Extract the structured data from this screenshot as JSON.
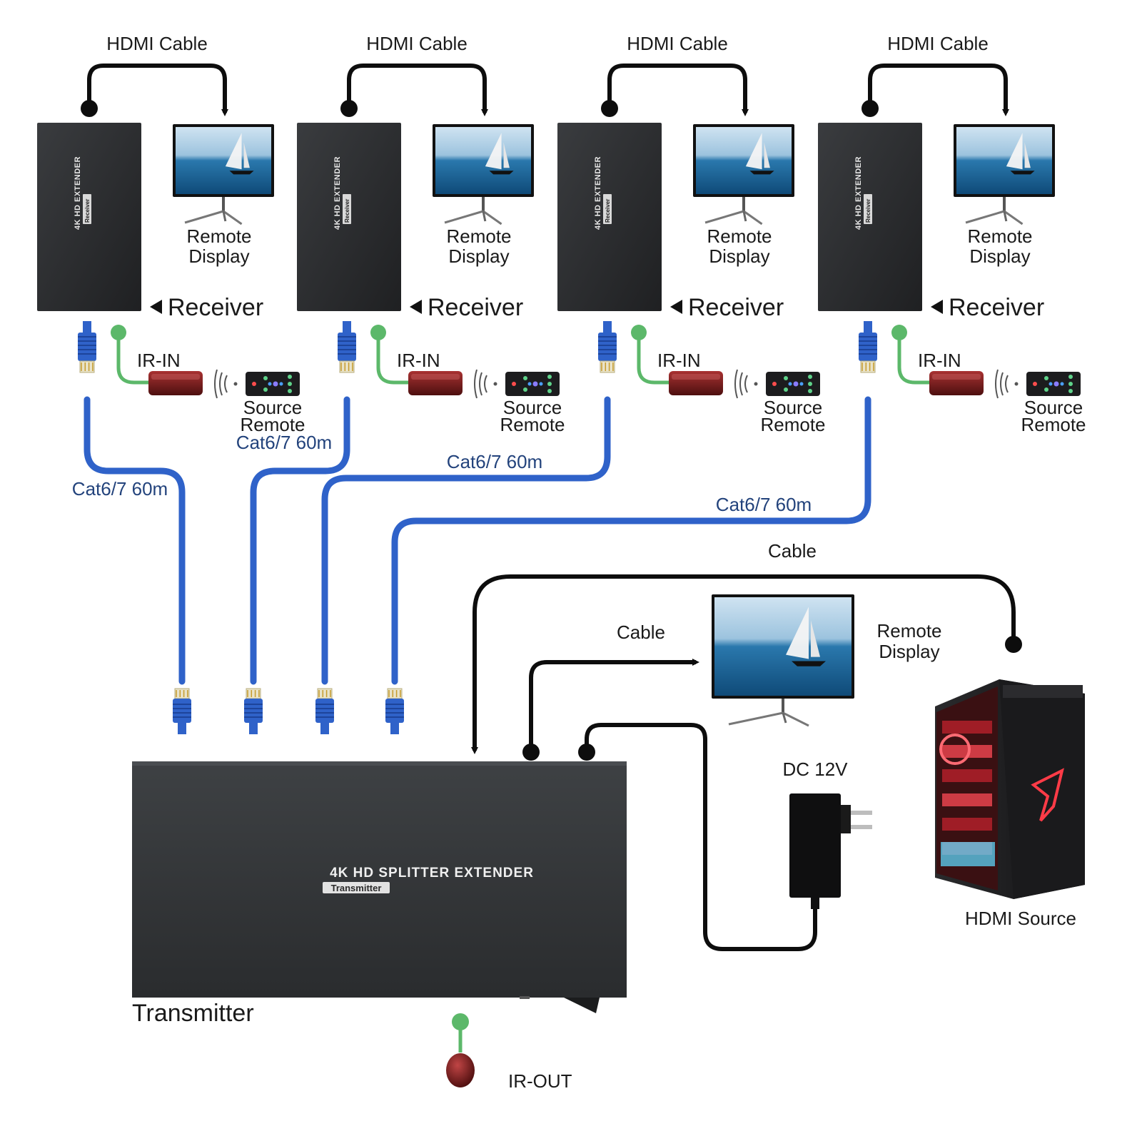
{
  "colors": {
    "device": "#2b2d2f",
    "cable_black": "#0d0d0d",
    "cable_blue": "#2f62c9",
    "ir_green": "#5cb86a",
    "ir_receiver": "#7a1a1a",
    "label_blue": "#23437c",
    "screen_sky": "#9cc3de",
    "screen_sea": "#1e5f8f"
  },
  "receivers": [
    {
      "hdmi_label": "HDMI Cable",
      "display_label_line1": "Remote",
      "display_label_line2": "Display",
      "receiver_label": "Receiver",
      "device_text": "4K HD EXTENDER",
      "device_badge": "Receiver",
      "ir_label": "IR-IN",
      "remote_label_line1": "Source",
      "remote_label_line2": "Remote",
      "cat_label": "Cat6/7 60m",
      "icons": [
        "display-icon",
        "ir-receiver-icon",
        "remote-control-icon",
        "rj45-connector-icon"
      ]
    },
    {
      "hdmi_label": "HDMI Cable",
      "display_label_line1": "Remote",
      "display_label_line2": "Display",
      "receiver_label": "Receiver",
      "device_text": "4K HD EXTENDER",
      "device_badge": "Receiver",
      "ir_label": "IR-IN",
      "remote_label_line1": "Source",
      "remote_label_line2": "Remote",
      "cat_label": "Cat6/7 60m",
      "icons": [
        "display-icon",
        "ir-receiver-icon",
        "remote-control-icon",
        "rj45-connector-icon"
      ]
    },
    {
      "hdmi_label": "HDMI Cable",
      "display_label_line1": "Remote",
      "display_label_line2": "Display",
      "receiver_label": "Receiver",
      "device_text": "4K HD EXTENDER",
      "device_badge": "Receiver",
      "ir_label": "IR-IN",
      "remote_label_line1": "Source",
      "remote_label_line2": "Remote",
      "cat_label": "Cat6/7 60m",
      "icons": [
        "display-icon",
        "ir-receiver-icon",
        "remote-control-icon",
        "rj45-connector-icon"
      ]
    },
    {
      "hdmi_label": "HDMI Cable",
      "display_label_line1": "Remote",
      "display_label_line2": "Display",
      "receiver_label": "Receiver",
      "device_text": "4K HD EXTENDER",
      "device_badge": "Receiver",
      "ir_label": "IR-IN",
      "remote_label_line1": "Source",
      "remote_label_line2": "Remote",
      "cat_label": "Cat6/7 60m",
      "icons": [
        "display-icon",
        "ir-receiver-icon",
        "remote-control-icon",
        "rj45-connector-icon"
      ]
    }
  ],
  "transmitter": {
    "title": "4K HD SPLITTER EXTENDER",
    "badge": "Transmitter",
    "label": "Transmitter"
  },
  "source_cable_label": "Cable",
  "local_display": {
    "cable_label": "Cable",
    "label_line1": "Remote",
    "label_line2": "Display"
  },
  "power": {
    "label": "DC 12V",
    "icon": "power-adapter-icon"
  },
  "hdmi_source": {
    "label": "HDMI Source",
    "icon": "pc-tower-icon"
  },
  "ir_out": {
    "label": "IR-OUT",
    "icon": "ir-emitter-icon"
  }
}
